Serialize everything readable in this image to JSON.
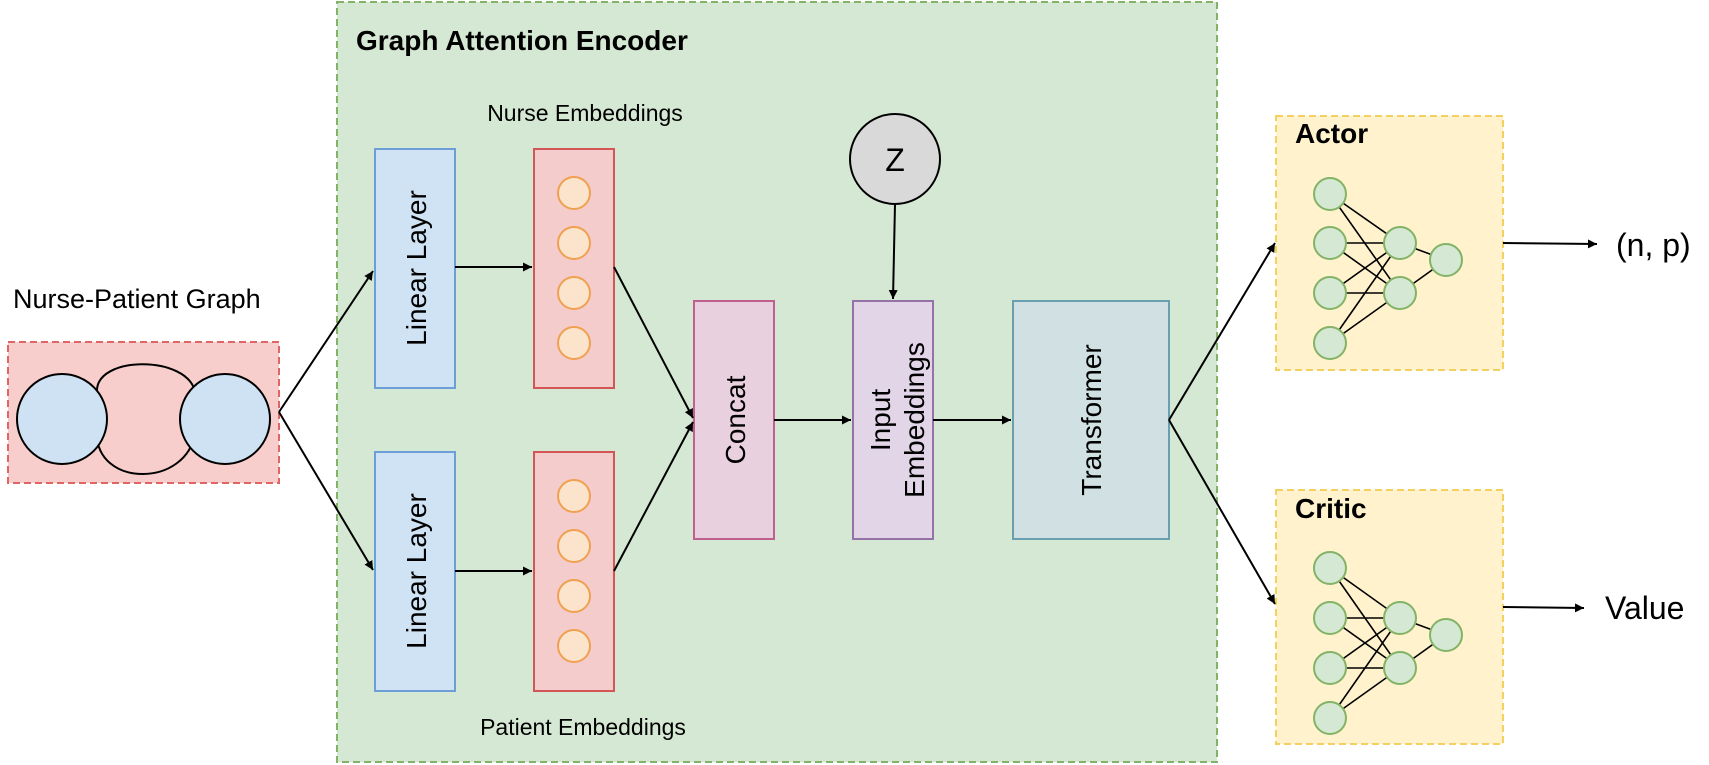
{
  "input": {
    "label": "Nurse-Patient Graph"
  },
  "encoder": {
    "title": "Graph Attention Encoder",
    "linear_top": "Linear Layer",
    "linear_bottom": "Linear Layer",
    "nurse_embeddings": "Nurse Embeddings",
    "patient_embeddings": "Patient Embeddings",
    "concat": "Concat",
    "z": "Z",
    "input_embeddings_line1": "Input",
    "input_embeddings_line2": "Embeddings",
    "transformer": "Transformer"
  },
  "actor": {
    "title": "Actor",
    "output": "(n, p)"
  },
  "critic": {
    "title": "Critic",
    "output": "Value"
  },
  "colors": {
    "encoder_bg": "#d5e8d4",
    "encoder_border": "#82b366",
    "input_bg": "#f8cecc",
    "input_border": "#e06666",
    "node_fill": "#cfe2f3",
    "linear_fill": "#d0e3f5",
    "linear_border": "#6c9ed8",
    "embed_fill": "#f4cccc",
    "embed_border": "#d45555",
    "embed_node": "#fce4cc",
    "embed_node_border": "#f0a050",
    "concat_fill": "#e8d0de",
    "concat_border": "#c06090",
    "z_fill": "#d9d9d9",
    "input_emb_fill": "#e1d5e7",
    "input_emb_border": "#9673a6",
    "transformer_fill": "#d0e0e3",
    "transformer_border": "#6a9fb0",
    "head_fill": "#fff2cc",
    "head_border": "#f3d060",
    "mlp_node": "#d5e8d4",
    "mlp_node_border": "#82b366"
  }
}
